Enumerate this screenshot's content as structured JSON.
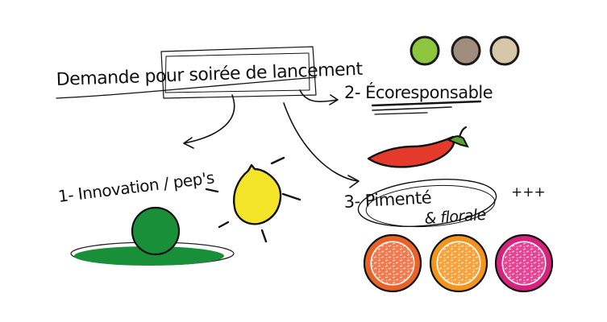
{
  "title": "Demande pour soirée de lancement",
  "branches": [
    {
      "label": "1- Innovation / pep's"
    },
    {
      "label": "2- Écoresponsable"
    },
    {
      "label_main": "3- Pimenté",
      "label_sub": "& florale",
      "extra": "+++"
    }
  ],
  "palette_colors": [
    "#8cc63f",
    "#a08c7c",
    "#d7c6a8"
  ],
  "spicy_swatches": [
    {
      "ring": "#e8632a",
      "fill": "#f27a4e"
    },
    {
      "ring": "#f3941e",
      "fill": "#f7a23a"
    },
    {
      "ring": "#d6247e",
      "fill": "#e64596"
    }
  ],
  "icons": [
    "green-ball-icon",
    "lemon-icon",
    "chili-pepper-icon"
  ]
}
